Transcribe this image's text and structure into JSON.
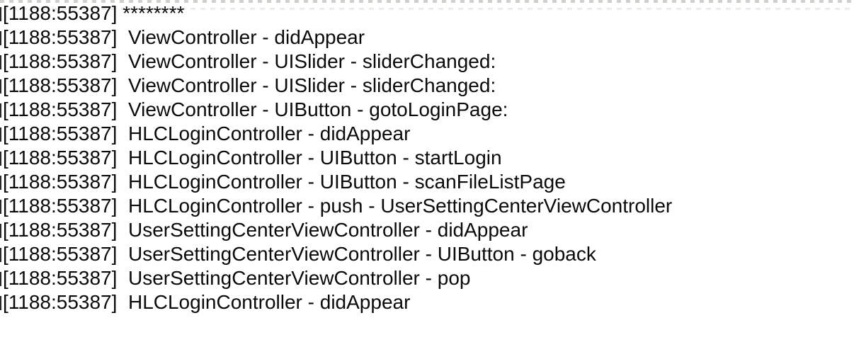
{
  "console": {
    "background_color": "#ffffff",
    "text_color": "#0a0a0a",
    "process_thread_id": "[1188:55387]",
    "lines": [
      "[1188:55387] ********",
      "[1188:55387]  ViewController - didAppear",
      "[1188:55387]  ViewController - UISlider - sliderChanged:",
      "[1188:55387]  ViewController - UISlider - sliderChanged:",
      "[1188:55387]  ViewController - UIButton - gotoLoginPage:",
      "[1188:55387]  HLCLoginController - didAppear",
      "[1188:55387]  HLCLoginController - UIButton - startLogin",
      "[1188:55387]  HLCLoginController - UIButton - scanFileListPage",
      "[1188:55387]  HLCLoginController - push - UserSettingCenterViewController",
      "[1188:55387]  UserSettingCenterViewController - didAppear",
      "[1188:55387]  UserSettingCenterViewController - UIButton - goback",
      "[1188:55387]  UserSettingCenterViewController - pop",
      "[1188:55387]  HLCLoginController - didAppear"
    ]
  }
}
